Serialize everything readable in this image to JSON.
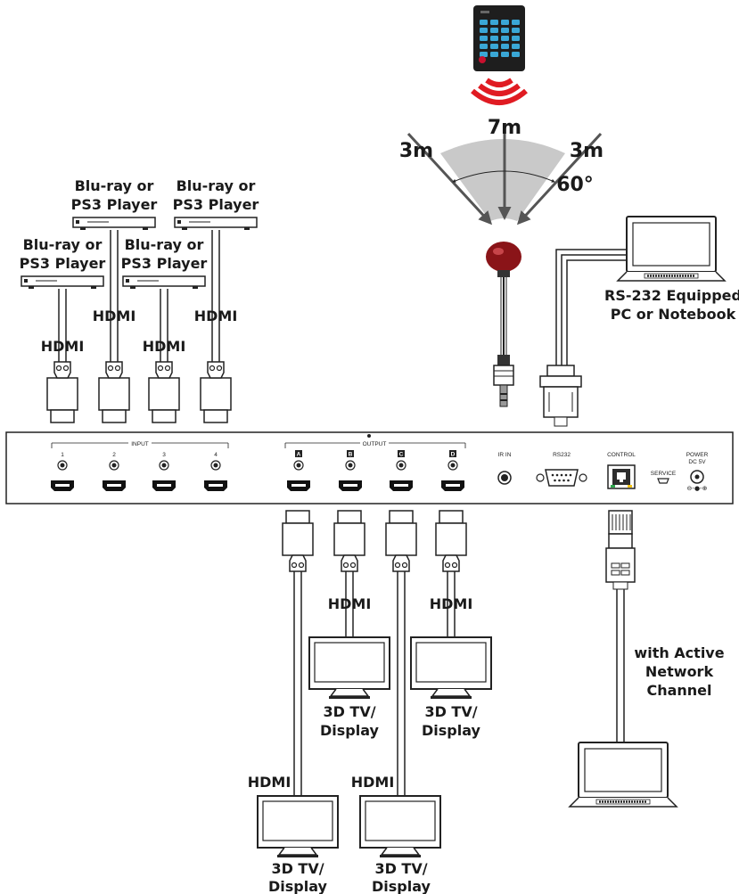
{
  "remote": {
    "distance_center": "7m",
    "distance_left": "3m",
    "distance_right": "3m",
    "angle": "60°"
  },
  "sources": {
    "top_left": [
      "Blu-ray or",
      "PS3 Player"
    ],
    "top_right": [
      "Blu-ray or",
      "PS3 Player"
    ],
    "low_left": [
      "Blu-ray or",
      "PS3 Player"
    ],
    "low_right": [
      "Blu-ray or",
      "PS3 Player"
    ]
  },
  "cables": {
    "in1": "HDMI",
    "in2": "HDMI",
    "in3": "HDMI",
    "in4": "HDMI",
    "out_upper_left": "HDMI",
    "out_upper_right": "HDMI",
    "out_lower_left": "HDMI",
    "out_lower_right": "HDMI"
  },
  "pc": [
    "RS-232 Equipped",
    "PC or Notebook"
  ],
  "network": [
    "with Active",
    "Network",
    "Channel"
  ],
  "displays": {
    "d1": [
      "3D TV/",
      "Display"
    ],
    "d2": [
      "3D TV/",
      "Display"
    ],
    "d3": [
      "3D TV/",
      "Display"
    ],
    "d4": [
      "3D TV/",
      "Display"
    ]
  },
  "panel": {
    "input_title": "INPUT",
    "input_ports": [
      "1",
      "2",
      "3",
      "4"
    ],
    "output_title": "OUTPUT",
    "output_ports": [
      "A",
      "B",
      "C",
      "D"
    ],
    "ir_in": "IR IN",
    "rs232": "RS232",
    "control": "CONTROL",
    "service": "SERVICE",
    "power": [
      "POWER",
      "DC 5V"
    ]
  }
}
